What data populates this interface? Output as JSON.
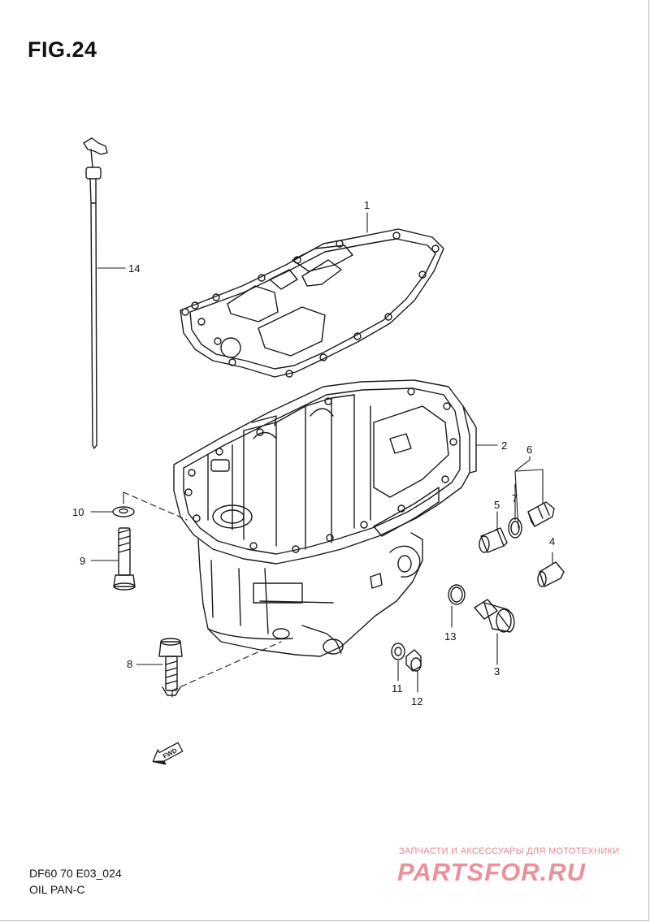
{
  "figure": {
    "title": "FIG.24"
  },
  "caption": {
    "code": "DF60 70 E03_024",
    "name": "OIL PAN-C"
  },
  "callouts": [
    "1",
    "2",
    "3",
    "4",
    "5",
    "6",
    "7",
    "8",
    "9",
    "10",
    "11",
    "12",
    "13",
    "14"
  ],
  "direction_arrow": {
    "label": "FWD"
  },
  "watermark": {
    "tagline": "ЗАПЧАСТИ И АКСЕССУАРЫ ДЛЯ МОТОТЕХНИКИ",
    "logo": "PARTSFOR.RU"
  },
  "colors": {
    "line": "#1a1a1a",
    "watermark": "#e9929a",
    "background": "#ffffff"
  }
}
